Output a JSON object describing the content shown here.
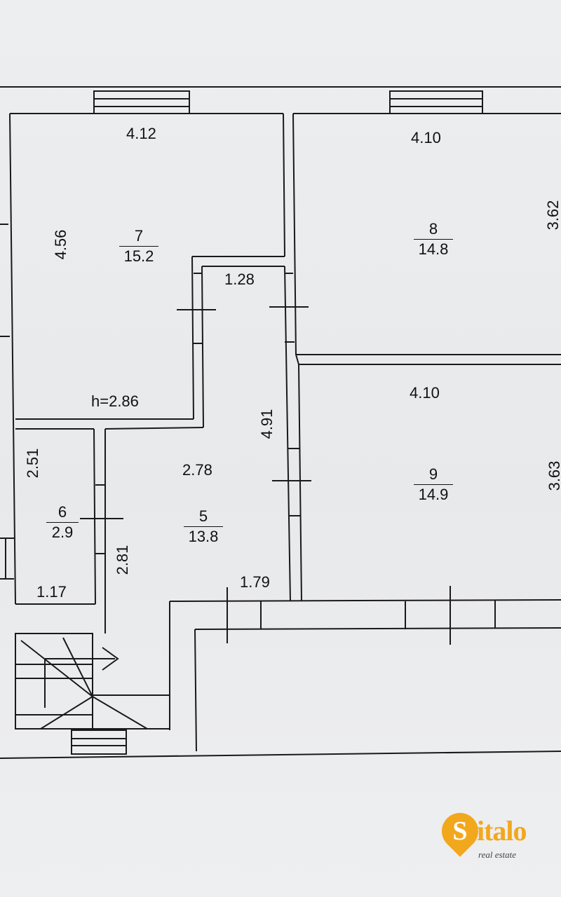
{
  "rooms": [
    {
      "number": "7",
      "area": "15.2"
    },
    {
      "number": "8",
      "area": "14.8"
    },
    {
      "number": "9",
      "area": "14.9"
    },
    {
      "number": "6",
      "area": "2.9"
    },
    {
      "number": "5",
      "area": "13.8"
    }
  ],
  "dimensions": {
    "room7_width": "4.12",
    "room7_length": "4.56",
    "room8_width": "4.10",
    "room8_length": "3.62",
    "room9_width": "4.10",
    "room9_length": "3.63",
    "corridor_top": "1.28",
    "corridor_length": "4.91",
    "hall_width": "2.78",
    "hall_bottom": "1.79",
    "hall_side": "2.81",
    "room6_length": "2.51",
    "room6_width": "1.17"
  },
  "ceiling_height": "h=2.86",
  "logo": {
    "letter": "S",
    "name": "italo",
    "tagline": "real estate",
    "color": "#f2a81d"
  }
}
